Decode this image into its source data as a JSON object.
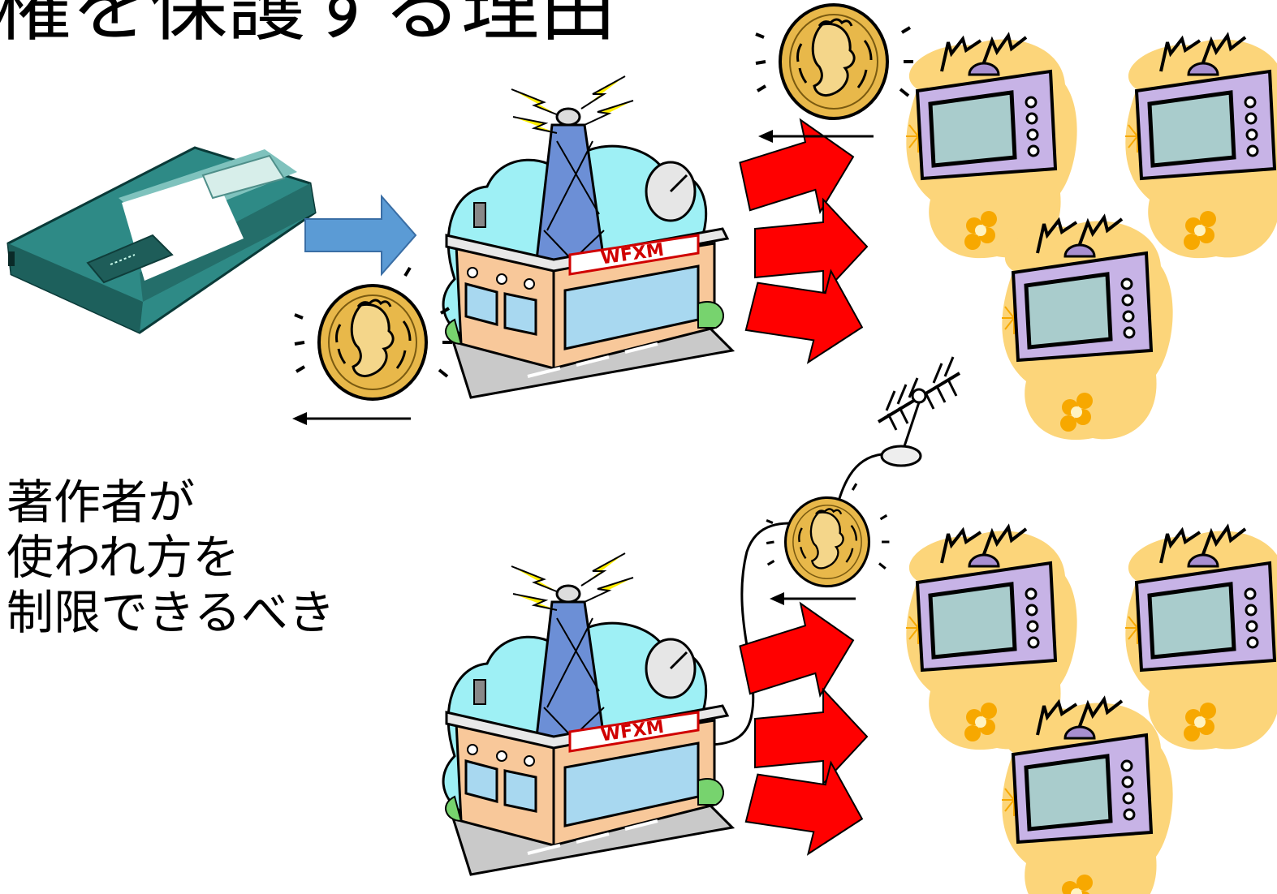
{
  "slide": {
    "title": "権を保護する理由",
    "body_lines": [
      "著作者が",
      "使われ方を",
      "制限できるべき"
    ]
  },
  "station": {
    "sign_text": "WFXM"
  },
  "colors": {
    "content_arrow": "#5b9bd5",
    "broadcast_arrow": "#ff0000",
    "coin": "#e8b84a",
    "tv_body": "#c7b3e6",
    "tv_screen": "#a9cccc",
    "blob": "#fcd57a",
    "sky": "#9ef0f5",
    "building": "#f8c89a",
    "tape": "#2e8a86"
  }
}
